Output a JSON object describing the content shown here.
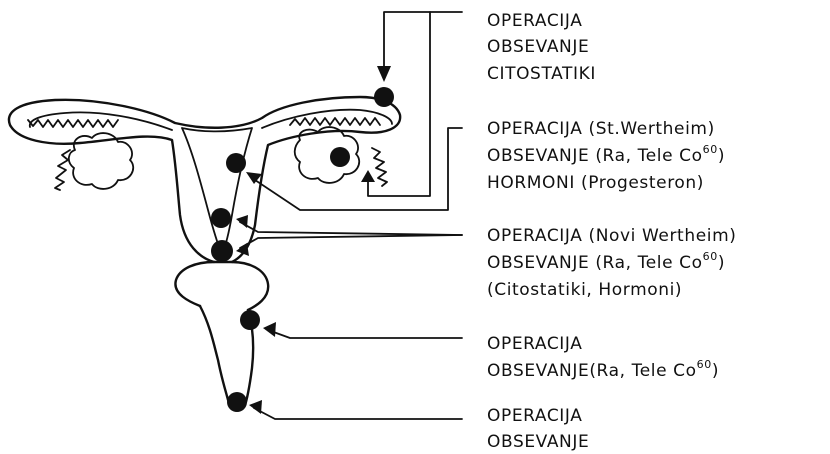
{
  "groups": [
    {
      "lines": [
        {
          "text": "OPERACIJA"
        },
        {
          "text": "OBSEVANJE"
        },
        {
          "text": "CITOSTATIKI"
        }
      ]
    },
    {
      "lines": [
        {
          "text": "OPERACIJA (St.Wertheim)"
        },
        {
          "text": "OBSEVANJE (Ra, Tele Co",
          "sup": "60",
          "tail": ")"
        },
        {
          "text": "HORMONI (Progesteron)"
        }
      ]
    },
    {
      "lines": [
        {
          "text": "OPERACIJA (Novi Wertheim)"
        },
        {
          "text": "OBSEVANJE (Ra, Tele Co",
          "sup": "60",
          "tail": ")"
        },
        {
          "text": "(Citostatiki, Hormoni)"
        }
      ]
    },
    {
      "lines": [
        {
          "text": "OPERACIJA"
        },
        {
          "text": "OBSEVANJE(Ra, Tele Co",
          "sup": "60",
          "tail": ")"
        }
      ]
    },
    {
      "lines": [
        {
          "text": "OPERACIJA"
        },
        {
          "text": "OBSEVANJE"
        }
      ]
    }
  ]
}
